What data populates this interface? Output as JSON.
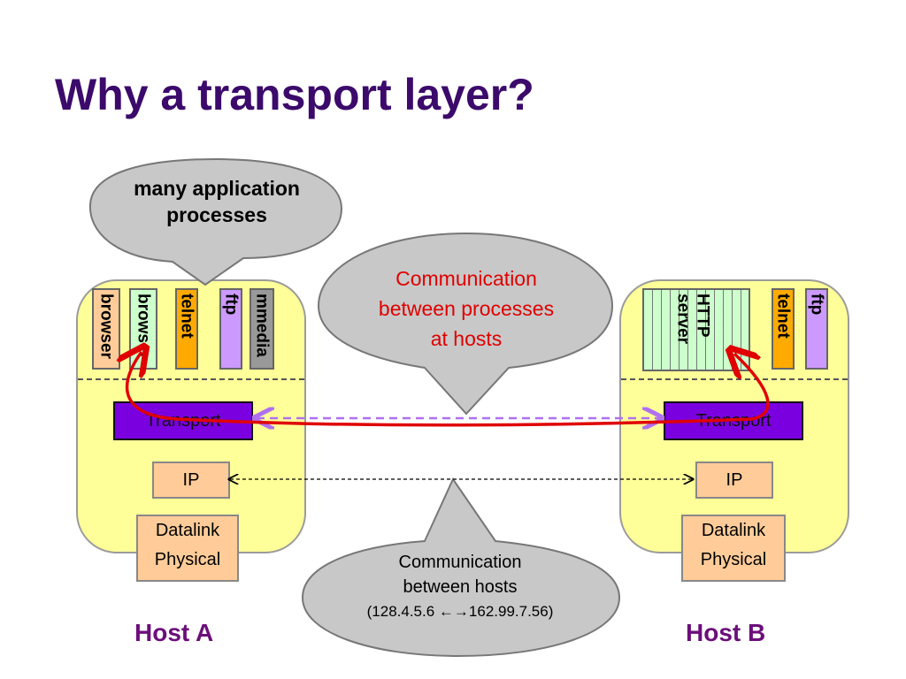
{
  "title": "Why a transport layer?",
  "bubbles": {
    "apps": {
      "line1": "many application",
      "line2": "processes"
    },
    "processes": {
      "line1": "Communication",
      "line2": "between processes",
      "line3": "at hosts"
    },
    "hosts": {
      "line1": "Communication",
      "line2": "between hosts",
      "line3": "(128.4.5.6 ←→162.99.7.56)"
    }
  },
  "host_a": {
    "label": "Host A",
    "apps": [
      "browser",
      "browser",
      "telnet",
      "ftp",
      "mmedia"
    ],
    "transport": "Transport",
    "ip": "IP",
    "datalink": "Datalink",
    "physical": "Physical"
  },
  "host_b": {
    "label": "Host B",
    "apps": [
      "HTTP",
      "server",
      "telnet",
      "ftp"
    ],
    "transport": "Transport",
    "ip": "IP",
    "datalink": "Datalink",
    "physical": "Physical"
  },
  "colors": {
    "title": "#3b0a6b",
    "host_fill": "#ffff99",
    "transport_fill": "#7a00e0",
    "ip_fill": "#ffcc99",
    "bubble_fill": "#c8c8c8",
    "red_arrow": "#e00000",
    "dashed_arrow": "#b070f0"
  }
}
